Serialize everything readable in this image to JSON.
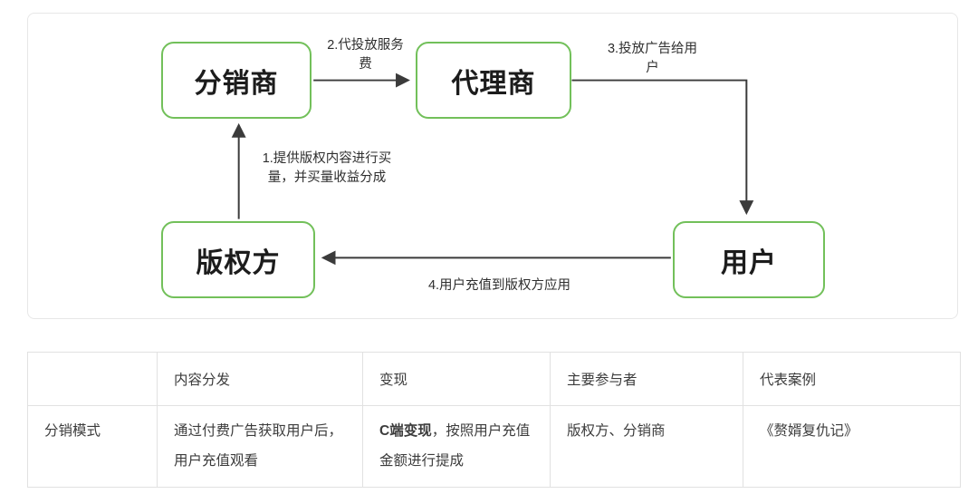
{
  "diagram": {
    "nodes": [
      {
        "id": "distributor",
        "label": "分销商"
      },
      {
        "id": "agent",
        "label": "代理商"
      },
      {
        "id": "copyright-holder",
        "label": "版权方"
      },
      {
        "id": "user",
        "label": "用户"
      }
    ],
    "edges": [
      {
        "id": "edge-1",
        "from": "copyright-holder",
        "to": "distributor",
        "label": "1.提供版权内容进行买\n量，并买量收益分成"
      },
      {
        "id": "edge-2",
        "from": "distributor",
        "to": "agent",
        "label": "2.代投放服务\n费"
      },
      {
        "id": "edge-3",
        "from": "agent",
        "to": "user",
        "label": "3.投放广告给用\n户"
      },
      {
        "id": "edge-4",
        "from": "user",
        "to": "copyright-holder",
        "label": "4.用户充值到版权方应用"
      }
    ],
    "colors": {
      "node_border": "#72c05a",
      "arrow": "#3b3b3b"
    }
  },
  "table": {
    "headers": [
      "",
      "内容分发",
      "变现",
      "主要参与者",
      "代表案例"
    ],
    "rows": [
      {
        "label": "分销模式",
        "content_distribution": "通过付费广告获取用户后，用户充值观看",
        "monetization_bold": "C端变现",
        "monetization_rest": "，按照用户充值金额进行提成",
        "participants": "版权方、分销商",
        "example": "《赘婿复仇记》"
      }
    ]
  }
}
